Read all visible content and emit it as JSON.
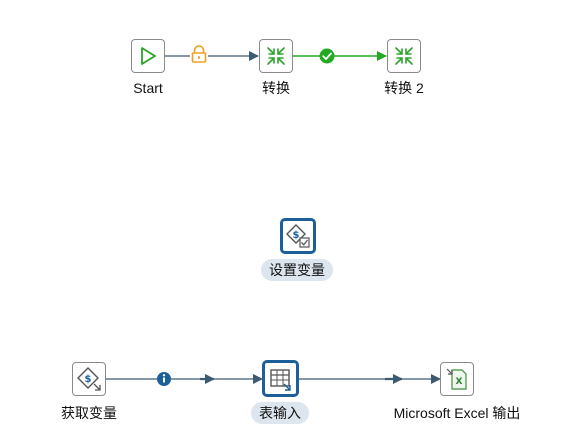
{
  "steps": {
    "start": {
      "label": "Start",
      "icon": "start-icon"
    },
    "trans1": {
      "label": "转换",
      "icon": "transformation-icon"
    },
    "trans2": {
      "label": "转换 2",
      "icon": "transformation-icon"
    },
    "set_var": {
      "label": "设置变量",
      "icon": "set-variable-icon"
    },
    "get_var": {
      "label": "获取变量",
      "icon": "get-variable-icon"
    },
    "table_input": {
      "label": "表输入",
      "icon": "table-input-icon"
    },
    "excel_output": {
      "label": "Microsoft Excel 输出",
      "icon": "excel-output-icon"
    }
  },
  "hops": [
    {
      "from": "start",
      "to": "trans1",
      "type": "unconditional",
      "icon": "lock-icon",
      "color": "#f0a020"
    },
    {
      "from": "trans1",
      "to": "trans2",
      "type": "success",
      "icon": "check-icon",
      "color": "#22aa22"
    },
    {
      "from": "get_var",
      "to": "table_input",
      "type": "info",
      "icon": "info-icon",
      "color": "#1d5f99"
    },
    {
      "from": "table_input",
      "to": "excel_output",
      "type": "normal",
      "color": "#3d5a73"
    }
  ],
  "colors": {
    "selected_border": "#1d5f99",
    "hop_gray": "#3d5a73",
    "label_highlight": "#dde6ee"
  }
}
